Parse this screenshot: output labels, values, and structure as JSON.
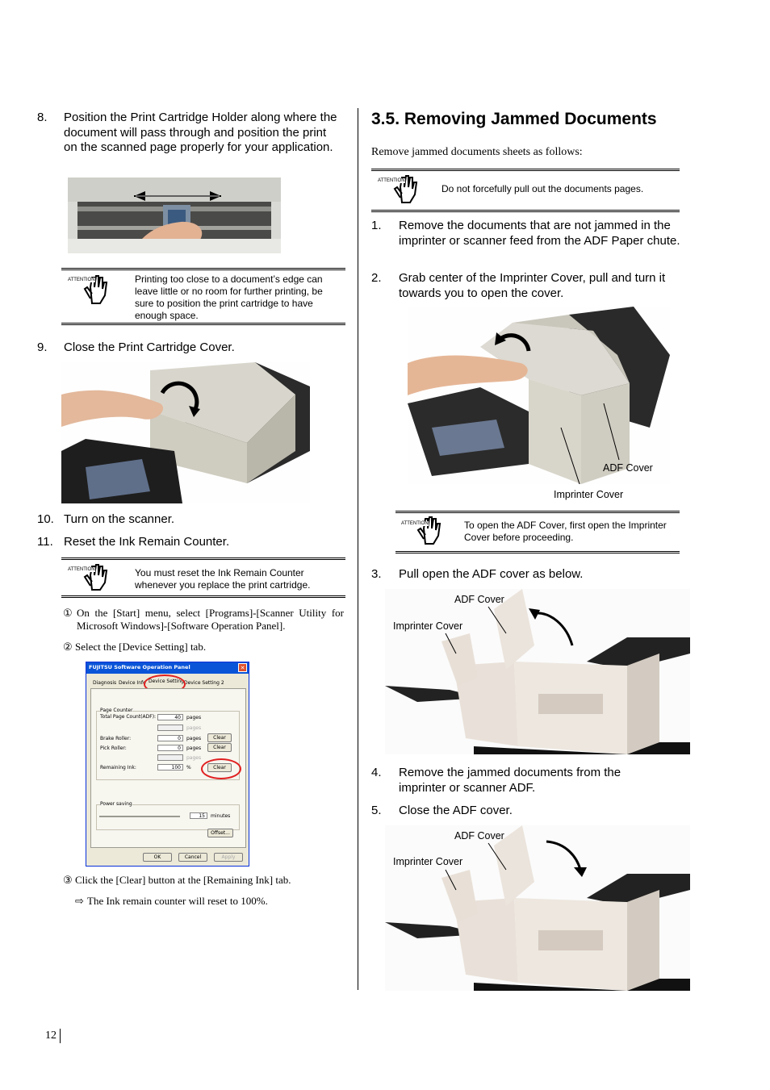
{
  "left": {
    "step8": {
      "num": "8.",
      "text": "Position the Print Cartridge Holder along where the document will pass through and position the print on the scanned page properly for your application."
    },
    "attention1": {
      "label": "ATTENTION",
      "text": "Printing too close to a document’s edge can leave little or no room for further printing, be sure to position the print cartridge to have enough space."
    },
    "step9": {
      "num": "9.",
      "text": "Close the Print Cartridge Cover."
    },
    "step10": {
      "num": "10.",
      "text": "Turn on the scanner."
    },
    "step11": {
      "num": "11.",
      "text": "Reset the Ink Remain Counter."
    },
    "attention2": {
      "label": "ATTENTION",
      "text": "You must reset the Ink Remain Counter whenever you replace the print cartridge."
    },
    "sub1": {
      "marker": "①",
      "text": "On the [Start] menu, select [Programs]-[Scanner Utility for Microsoft Windows]-[Software Operation Panel]."
    },
    "sub2": {
      "marker": "②",
      "text": "Select the [Device Setting] tab."
    },
    "sub3": {
      "marker": "③",
      "text": "Click the [Clear] button at the [Remaining Ink] tab."
    },
    "result": {
      "marker": "⇨",
      "text": "The Ink remain counter will reset to 100%."
    }
  },
  "dialog": {
    "title": "FUJITSU Software Operation Panel",
    "close": "✕",
    "tabs": [
      "Diagnosis",
      "Device Info",
      "Device Setting",
      "Device Setting 2"
    ],
    "page_counter_label": "Page Counter",
    "rows": [
      {
        "label": "Total Page Count(ADF):",
        "value": "40",
        "unit": "pages",
        "button": ""
      },
      {
        "label": "",
        "value": "",
        "unit": "pages",
        "button": ""
      },
      {
        "label": "Brake Roller:",
        "value": "0",
        "unit": "pages",
        "button": "Clear"
      },
      {
        "label": "Pick Roller:",
        "value": "0",
        "unit": "pages",
        "button": "Clear"
      },
      {
        "label": "",
        "value": "",
        "unit": "pages",
        "button": ""
      },
      {
        "label": "Remaining Ink:",
        "value": "100",
        "unit": "%",
        "button": "Clear"
      }
    ],
    "power_saving_label": "Power saving",
    "power_value": "15",
    "power_unit": "minutes",
    "offset_button": "Offset...",
    "ok": "OK",
    "cancel": "Cancel",
    "apply": "Apply"
  },
  "right": {
    "heading": "3.5. Removing Jammed Documents",
    "intro": "Remove jammed documents sheets as follows:",
    "attention1": {
      "label": "ATTENTION",
      "text": "Do not forcefully pull out the documents pages."
    },
    "step1": {
      "num": "1.",
      "text": "Remove the documents that are not jammed in the imprinter or scanner feed from the ADF Paper chute."
    },
    "step2": {
      "num": "2.",
      "text": "Grab center of the Imprinter Cover, pull and turn it towards you to open the cover."
    },
    "photo2_labels": {
      "adf": "ADF Cover",
      "imprinter": "Imprinter Cover"
    },
    "attention2": {
      "label": "ATTENTION",
      "text": "To open the ADF Cover, first open the Imprinter Cover before proceeding."
    },
    "step3": {
      "num": "3.",
      "text": "Pull open the ADF cover as below."
    },
    "photo3_labels": {
      "adf": "ADF Cover",
      "imprinter": "Imprinter Cover"
    },
    "step4": {
      "num": "4.",
      "text": "Remove the jammed documents from the imprinter or scanner ADF."
    },
    "step5": {
      "num": "5.",
      "text": "Close the ADF cover."
    },
    "photo5_labels": {
      "adf": "ADF Cover",
      "imprinter": "Imprinter Cover"
    }
  },
  "footer": {
    "page_number": "12"
  },
  "colors": {
    "highlight_circle": "#e02020",
    "dialog_title_bar": "#0a54d8",
    "dialog_body": "#ece9d8"
  }
}
